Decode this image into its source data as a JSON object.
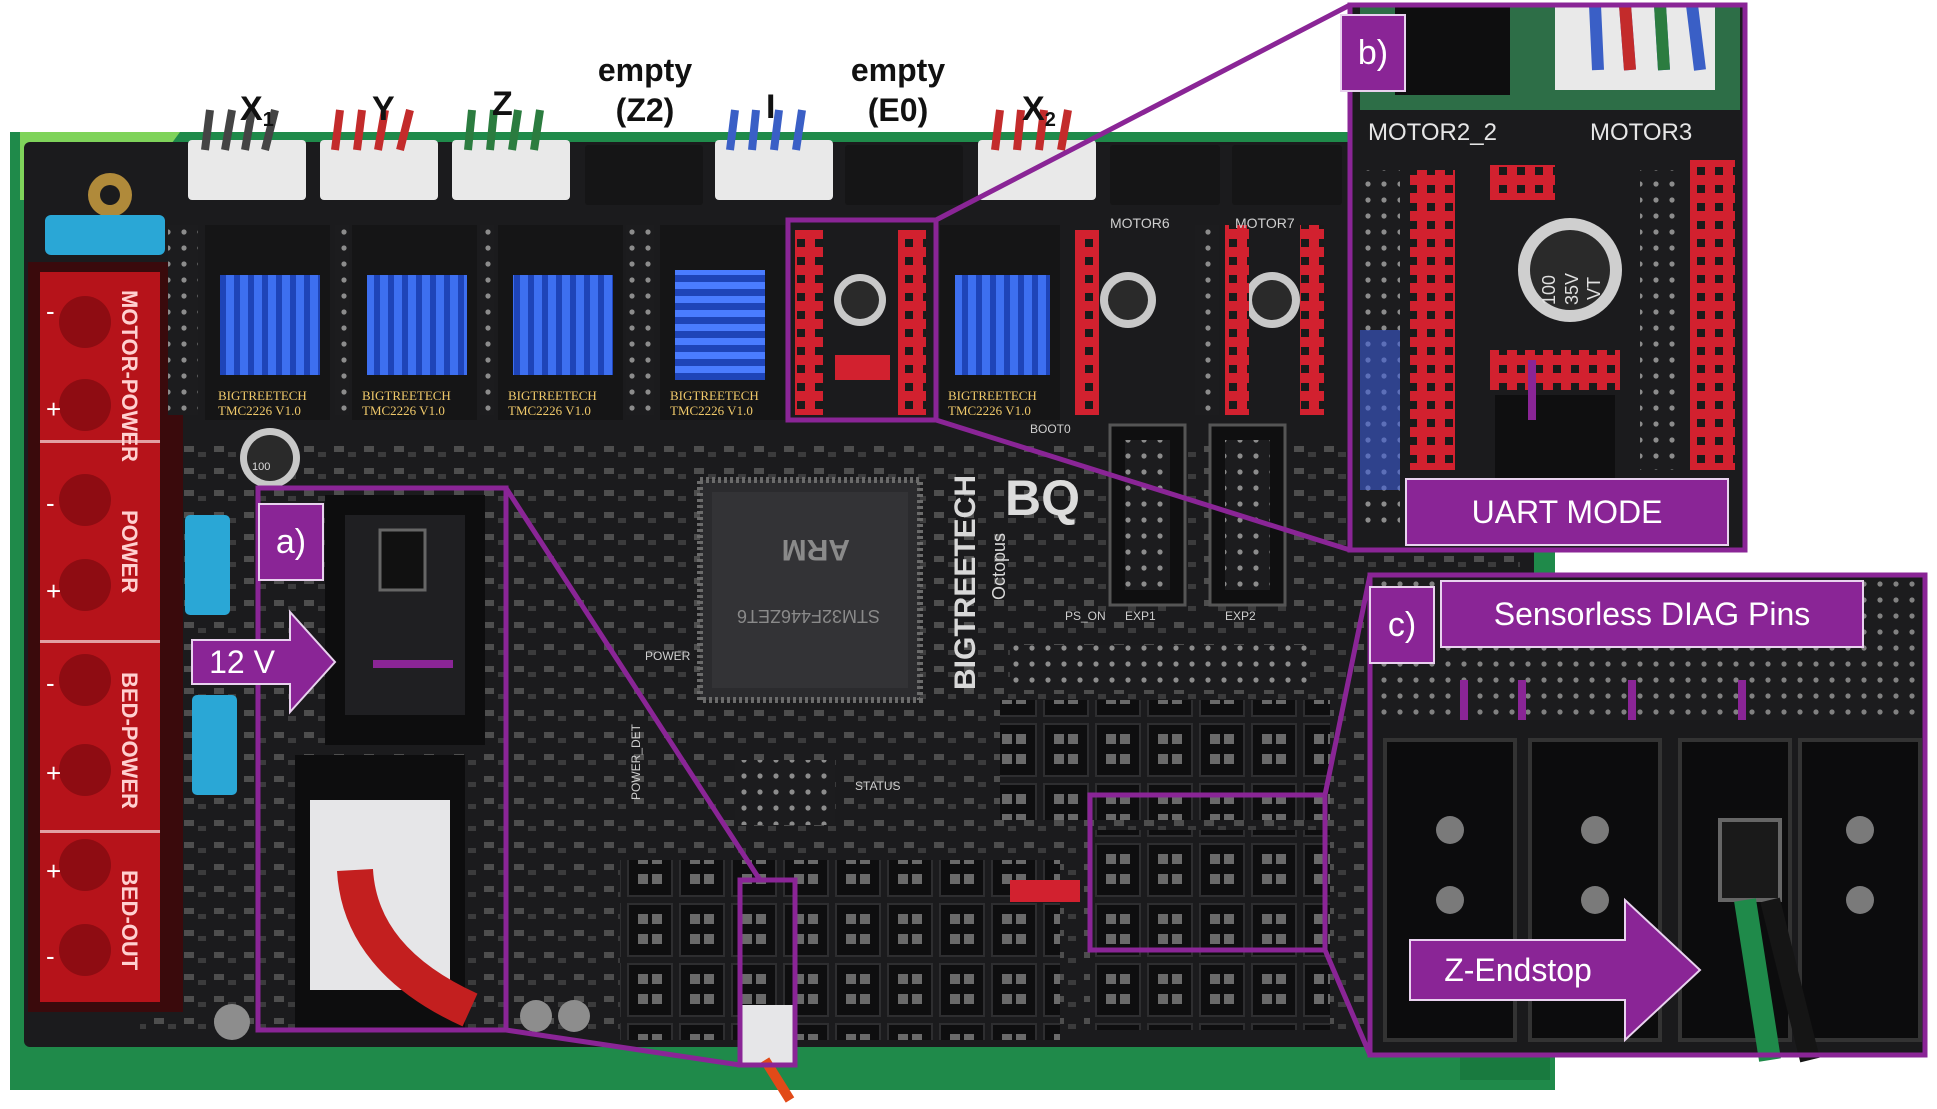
{
  "motor_labels": {
    "x1": {
      "main": "X",
      "sub": "1"
    },
    "y": "Y",
    "z": "Z",
    "empty_z2": {
      "line1": "empty",
      "line2": "(Z2)"
    },
    "i": "I",
    "empty_e0": {
      "line1": "empty",
      "line2": "(E0)"
    },
    "x2": {
      "main": "X",
      "sub": "2"
    }
  },
  "panel_letters": {
    "a": "a)",
    "b": "b)",
    "c": "c)"
  },
  "callouts": {
    "voltage": "12 V",
    "uart_mode": "UART MODE",
    "sensorless_diag": "Sensorless DIAG Pins",
    "z_endstop": "Z-Endstop"
  },
  "board_print": {
    "motor_power": "MOTOR-POWER",
    "power": "POWER",
    "bed_power": "BED-POWER",
    "bed_out": "BED-OUT",
    "plus": "+",
    "minus": "-",
    "driver_brand": "BIGTREETECH",
    "driver_model": "TMC2226 V1.0",
    "board_brand": "BIGTREETECH",
    "board_model": "Octopus",
    "mcu_logo": "ARM",
    "mcu_part": "STM32F446ZET6",
    "cap_value": "100",
    "cap_voltage": "35V",
    "cap_series": "VT",
    "motor6": "MOTOR6",
    "motor7": "MOTOR7",
    "zoom_motor2_2": "MOTOR2_2",
    "zoom_motor3": "MOTOR3",
    "power_det": "POWER_DET",
    "status": "STATUS",
    "power_led": "POWER",
    "ps_on": "PS_ON",
    "exp1": "EXP1",
    "exp2": "EXP2",
    "boot0": "BOOT0"
  },
  "colors": {
    "accent_purple": "#8a2596",
    "pcb_black": "#1b1b1d",
    "pcb_green": "#1f8a4a",
    "header_red": "#d2212f",
    "heatsink_blue": "#2a58d8",
    "terminal_red": "#c4141c",
    "fuse_blue": "#2aa7d6"
  }
}
